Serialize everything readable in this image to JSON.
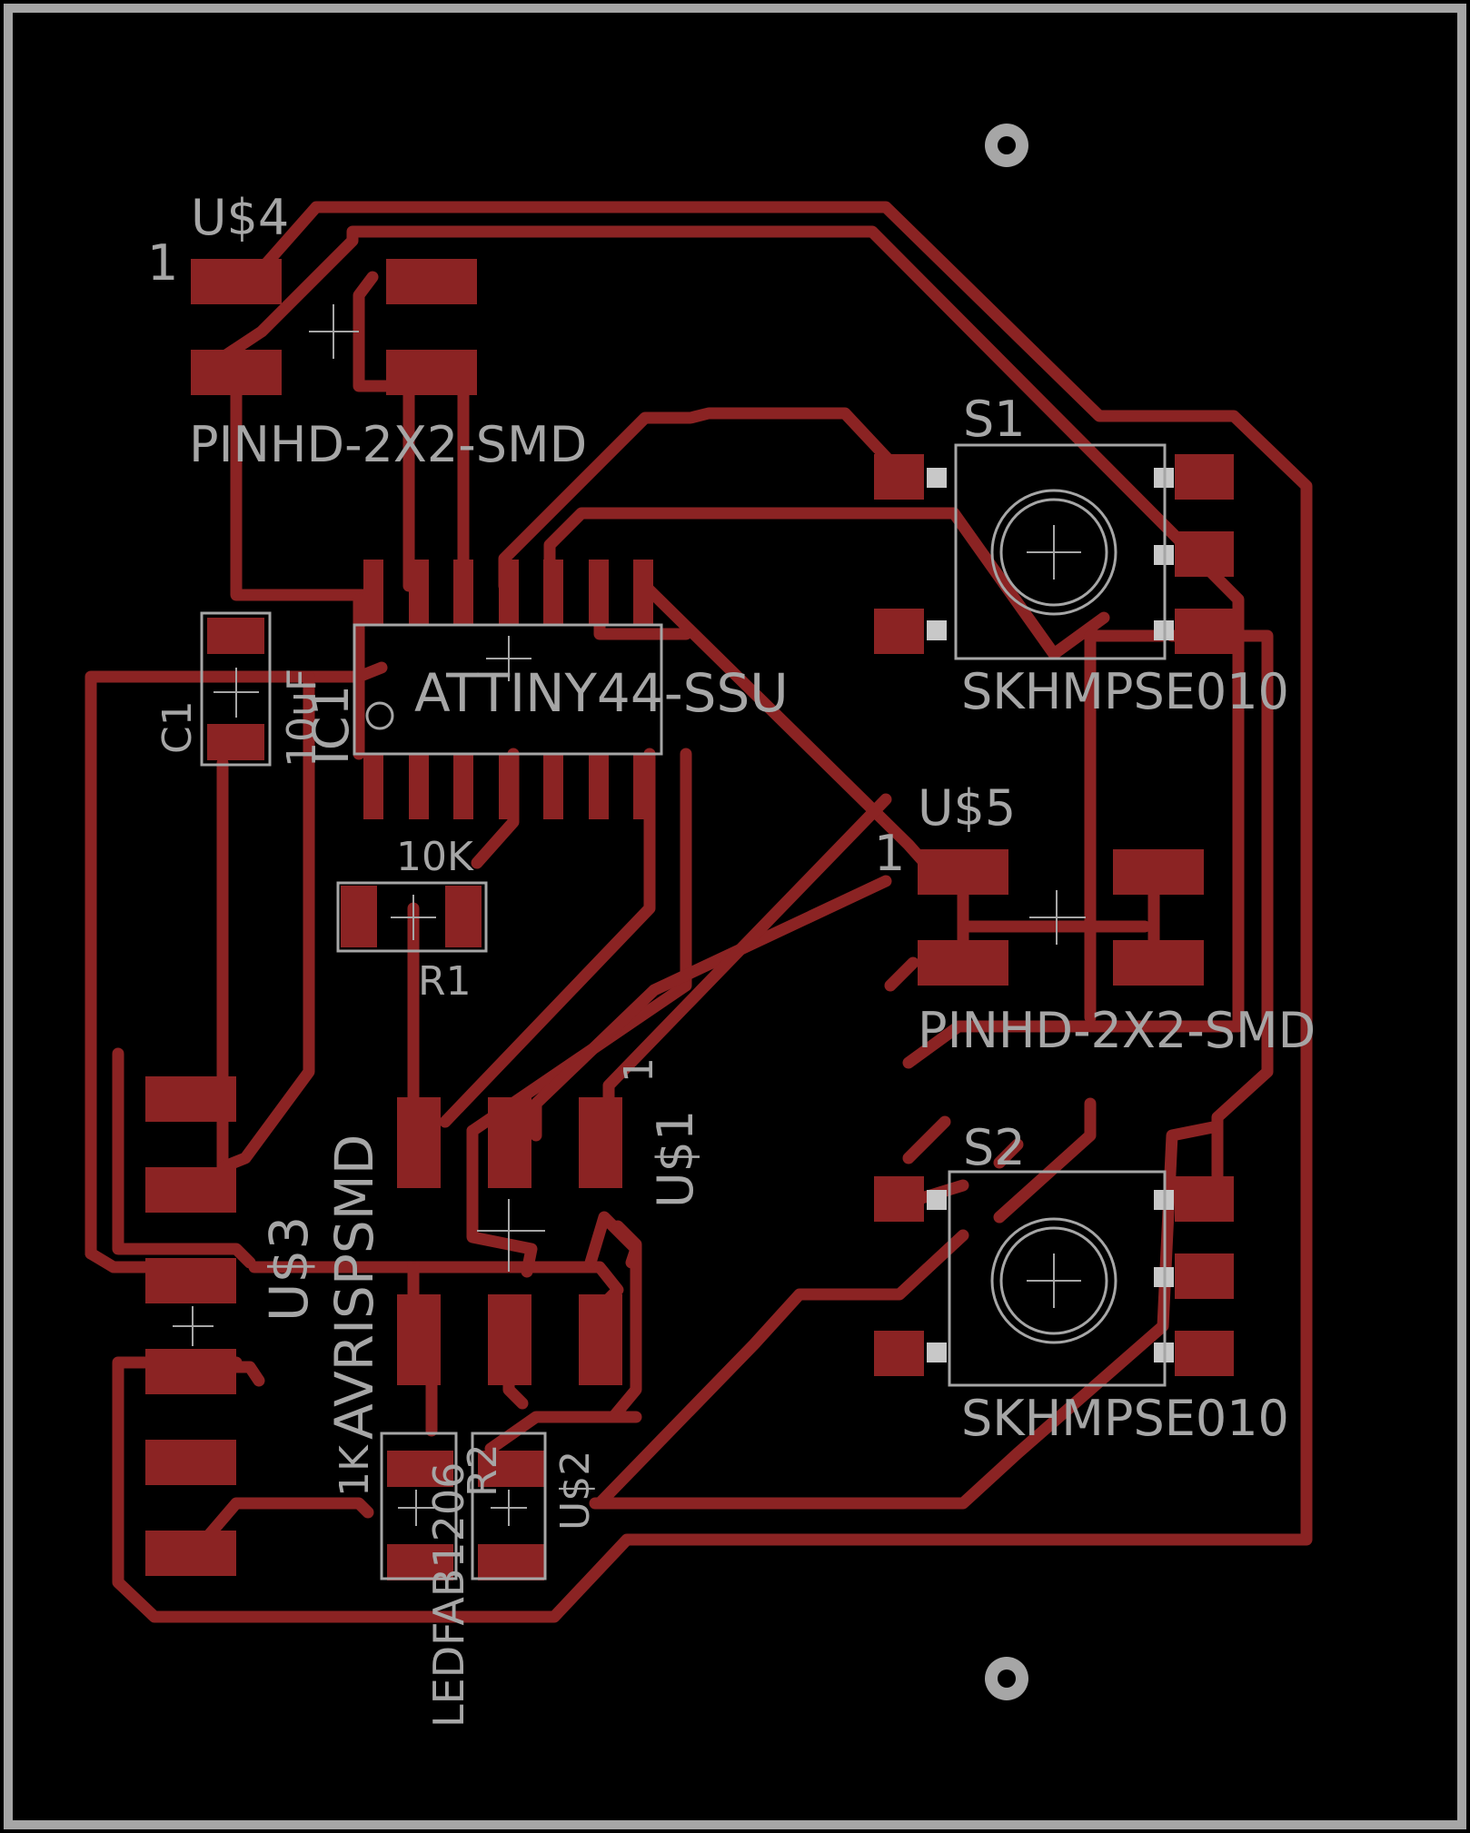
{
  "colors": {
    "background": "#000000",
    "board_outline": "#a6a6a6",
    "copper": "#8b2323",
    "silkscreen": "#a6a6a6",
    "pin_highlight": "#c8c8c8"
  },
  "labels": {
    "us4_name": "U$4",
    "us4_pin1": "1",
    "us4_value": "PINHD-2X2-SMD",
    "s1_name": "S1",
    "s1_value": "SKHMPSE010",
    "c1_name": "C1",
    "c1_value": "10uF",
    "ic1_name": "IC1",
    "ic1_value": "ATTINY44-SSU",
    "r1_value": "10K",
    "r1_name": "R1",
    "us5_name": "U$5",
    "us5_pin1": "1",
    "us5_value": "PINHD-2X2-SMD",
    "us1_pin1": "1",
    "us1_name": "U$1",
    "avr_value": "AVRISPSMD",
    "us3_name": "U$3",
    "s2_name": "S2",
    "s2_value": "SKHMPSE010",
    "r2_value": "1K",
    "r2_name": "R2",
    "led_value": "LEDFAB1206",
    "us2_name": "U$2"
  }
}
